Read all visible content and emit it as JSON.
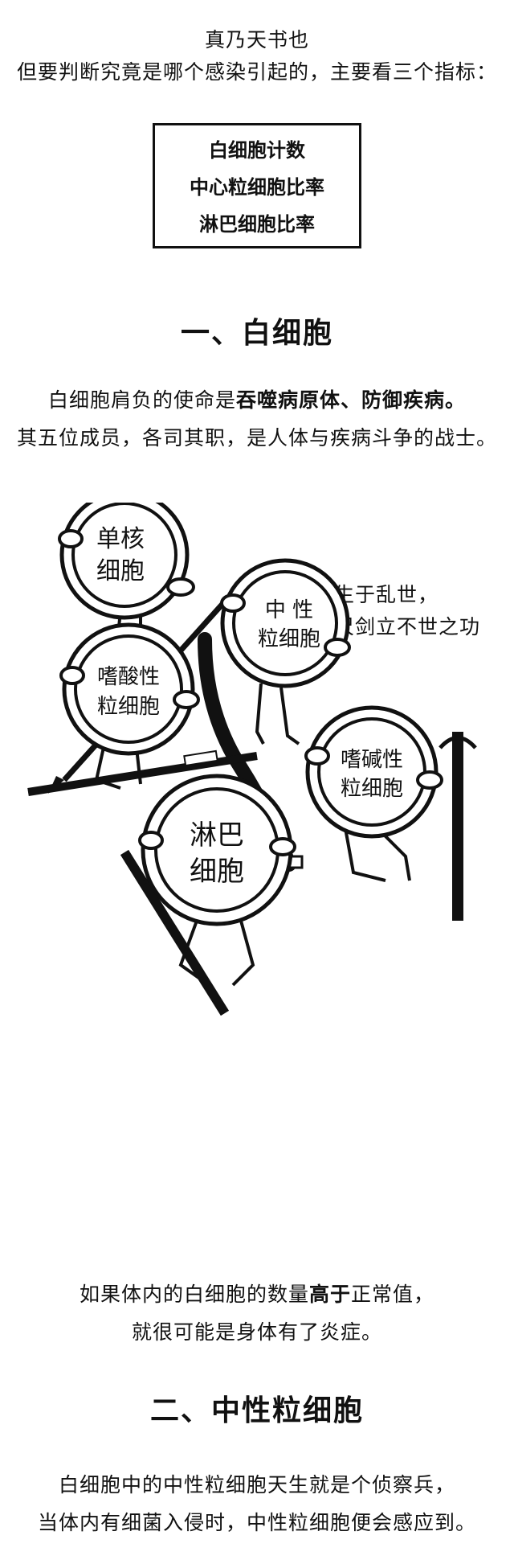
{
  "intro": {
    "line1": "真乃天书也",
    "line2": "但要判断究竟是哪个感染引起的，主要看三个指标："
  },
  "indicators": [
    "白细胞计数",
    "中心粒细胞比率",
    "淋巴细胞比率"
  ],
  "section1": {
    "title": "一、白细胞",
    "para1_pre": "白细胞肩负的使命是",
    "para1_bold": "吞噬病原体、防御疾病。",
    "para2": "其五位成员，各司其职，是人体与疾病斗争的战士。"
  },
  "illustration": {
    "quote_line1": "大丈夫生于乱世，",
    "quote_line2": "当带三尺剑立不世之功",
    "cells": [
      {
        "line1": "单核",
        "line2": "细胞"
      },
      {
        "line1": "中 性",
        "line2": "粒细胞"
      },
      {
        "line1": "嗜酸性",
        "line2": "粒细胞"
      },
      {
        "line1": "嗜碱性",
        "line2": "粒细胞"
      },
      {
        "line1": "淋巴",
        "line2": "细胞"
      }
    ]
  },
  "section1_footer": {
    "line1_pre": "如果体内的白细胞的数量",
    "line1_bold": "高于",
    "line1_post": "正常值，",
    "line2": "就很可能是身体有了炎症。"
  },
  "section2": {
    "title": "二、中性粒细胞",
    "para1": "白细胞中的中性粒细胞天生就是个侦察兵，",
    "para2": "当体内有细菌入侵时，中性粒细胞便会感应到。"
  }
}
